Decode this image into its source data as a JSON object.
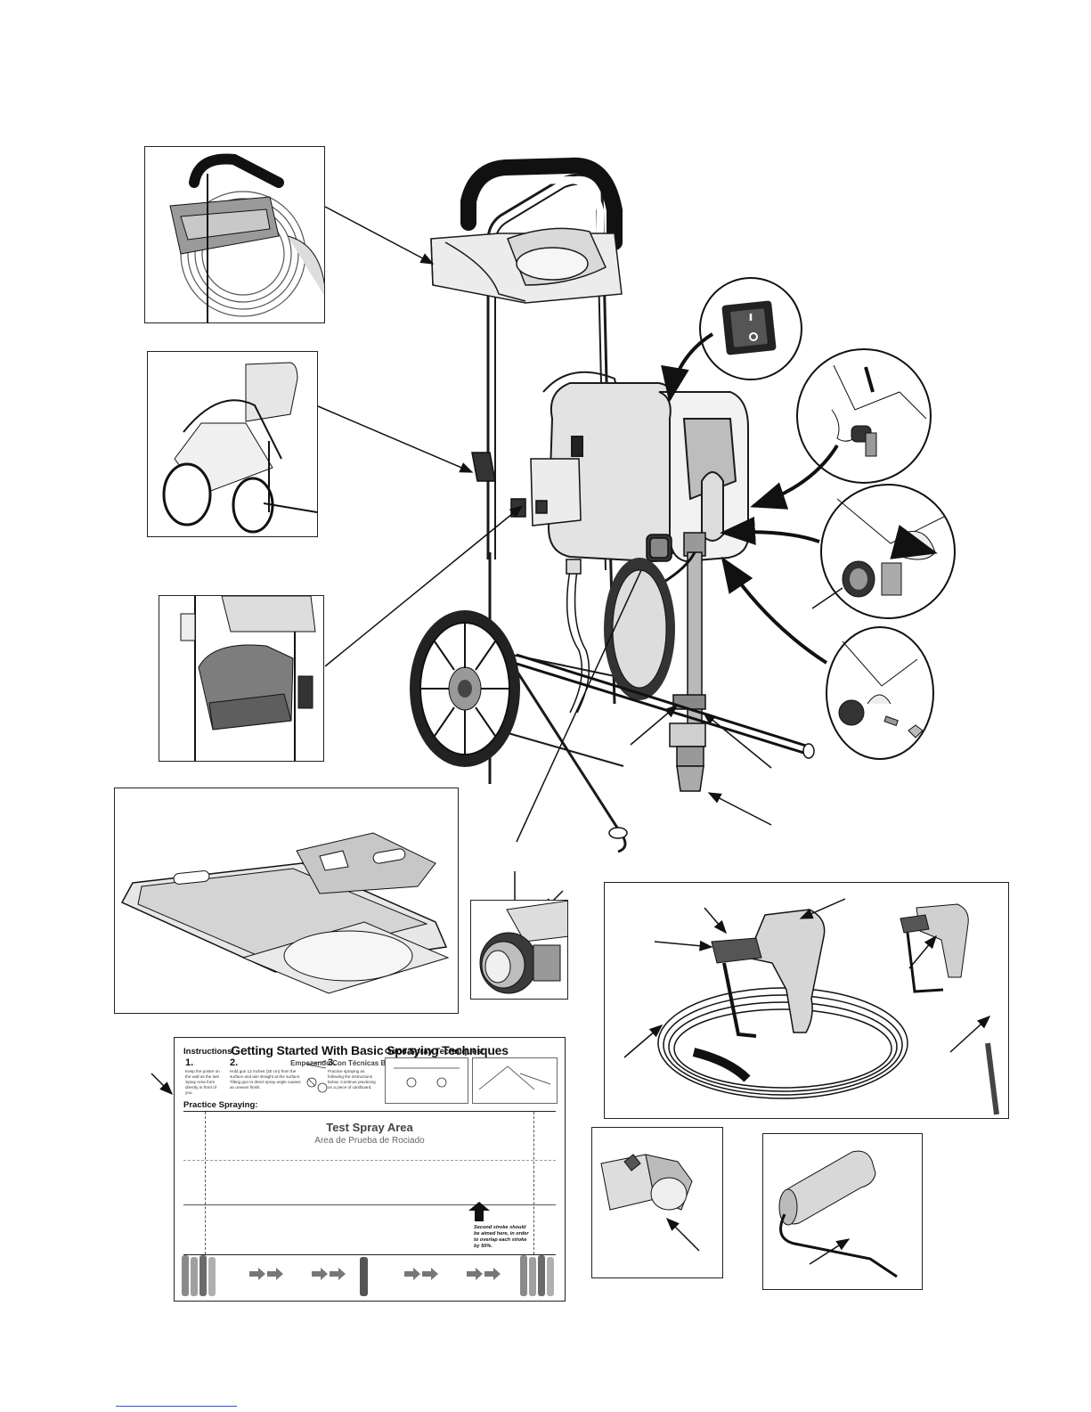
{
  "spray_sheet": {
    "title": "Getting Started With Basic Spraying Techniques",
    "subtitle": "Empezando Con Técnicas Básicas De Rociado",
    "instructions_heading": "Instructions:",
    "good_techniques_heading": "Good Spray Techniques:",
    "practice_heading": "Practice Spraying:",
    "steps": [
      {
        "number": "1.",
        "text": "Keep the poster on the wall as the last Spray Area form directly in front of you."
      },
      {
        "number": "2.",
        "text": "Hold gun 12 inches (30 cm) from the surface and aim straight at the surface. Tilting gun to direct spray angle causes an uneven finish."
      },
      {
        "number": "3.",
        "text": "Practice spraying as following the instructions below. Continue practicing on a piece of cardboard."
      }
    ],
    "area_title": "Test Spray Area",
    "area_subtitle": "Area de Prueba de Rociado",
    "stroke_note": "Second stroke should be aimed here, in order to overlap each stroke by 50%."
  },
  "colors": {
    "line": "#1a1a1a",
    "shade": "#c9c9c9",
    "dark": "#2a2a2a",
    "link": "#3b4fd8"
  }
}
